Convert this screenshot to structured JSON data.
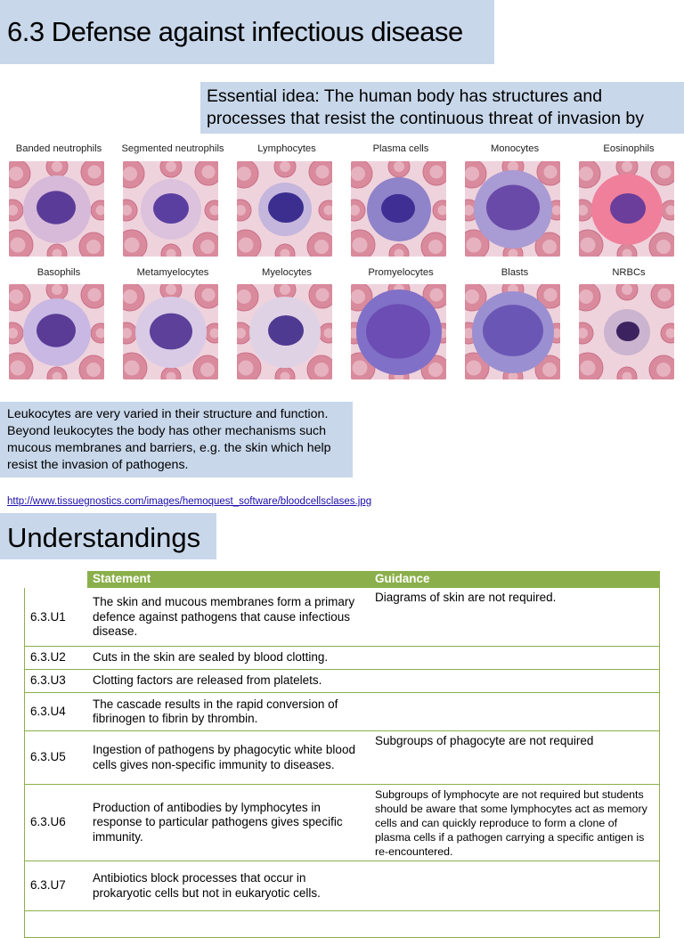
{
  "title": "6.3 Defense against infectious disease",
  "essential_idea": "Essential idea: The human body has structures and processes  that resist the continuous threat of invasion by pathogens",
  "cells": [
    {
      "label": "Banded neutrophils"
    },
    {
      "label": "Segmented neutrophils"
    },
    {
      "label": "Lymphocytes"
    },
    {
      "label": "Plasma cells"
    },
    {
      "label": "Monocytes"
    },
    {
      "label": "Eosinophils"
    },
    {
      "label": "Basophils"
    },
    {
      "label": "Metamyelocytes"
    },
    {
      "label": "Myelocytes"
    },
    {
      "label": "Promyelocytes"
    },
    {
      "label": "Blasts"
    },
    {
      "label": "NRBCs"
    }
  ],
  "leukocytes_text": "Leukocytes are very varied in their structure and function.  Beyond leukocytes the body has other mechanisms such  mucous membranes and barriers, e.g. the skin which help  resist the invasion of pathogens.",
  "source_link": "http://www.tissuegnostics.com/images/hemoquest_software/bloodcellsclases.jpg",
  "understandings_heading": "Understandings",
  "table": {
    "headers": [
      "",
      "Statement",
      "Guidance"
    ],
    "rows": [
      {
        "code": "6.3.U1",
        "statement": "The skin and mucous membranes form a primary defence against pathogens that cause  infectious disease.",
        "guidance": "Diagrams of skin are not required."
      },
      {
        "code": "6.3.U2",
        "statement": "Cuts in the skin are sealed by blood clotting.",
        "guidance": ""
      },
      {
        "code": "6.3.U3",
        "statement": "Clotting factors are released from platelets.",
        "guidance": ""
      },
      {
        "code": "6.3.U4",
        "statement": "The cascade results in the rapid conversion of fibrinogen to fibrin by thrombin.",
        "guidance": ""
      },
      {
        "code": "6.3.U5",
        "statement": "Ingestion of pathogens by phagocytic white  blood cells gives non-specific immunity to  diseases.",
        "guidance": "Subgroups of phagocyte are not required"
      },
      {
        "code": "6.3.U6",
        "statement": "Production of antibodies by lymphocytes in  response to particular pathogens gives specific immunity.",
        "guidance": "Subgroups of lymphocyte are not required but students should be aware that some lymphocytes act as memory cells and can quickly reproduce to form a clone of plasma cells if a pathogen carrying a specific antigen is re-encountered."
      },
      {
        "code": "6.3.U7",
        "statement": "Antibiotics block processes that occur in prokaryotic cells but not in eukaryotic cells.",
        "guidance": ""
      }
    ]
  },
  "colors": {
    "panel_blue": "#c8d7ea",
    "table_green": "#8bb04b",
    "link_blue": "#1a0dab"
  }
}
